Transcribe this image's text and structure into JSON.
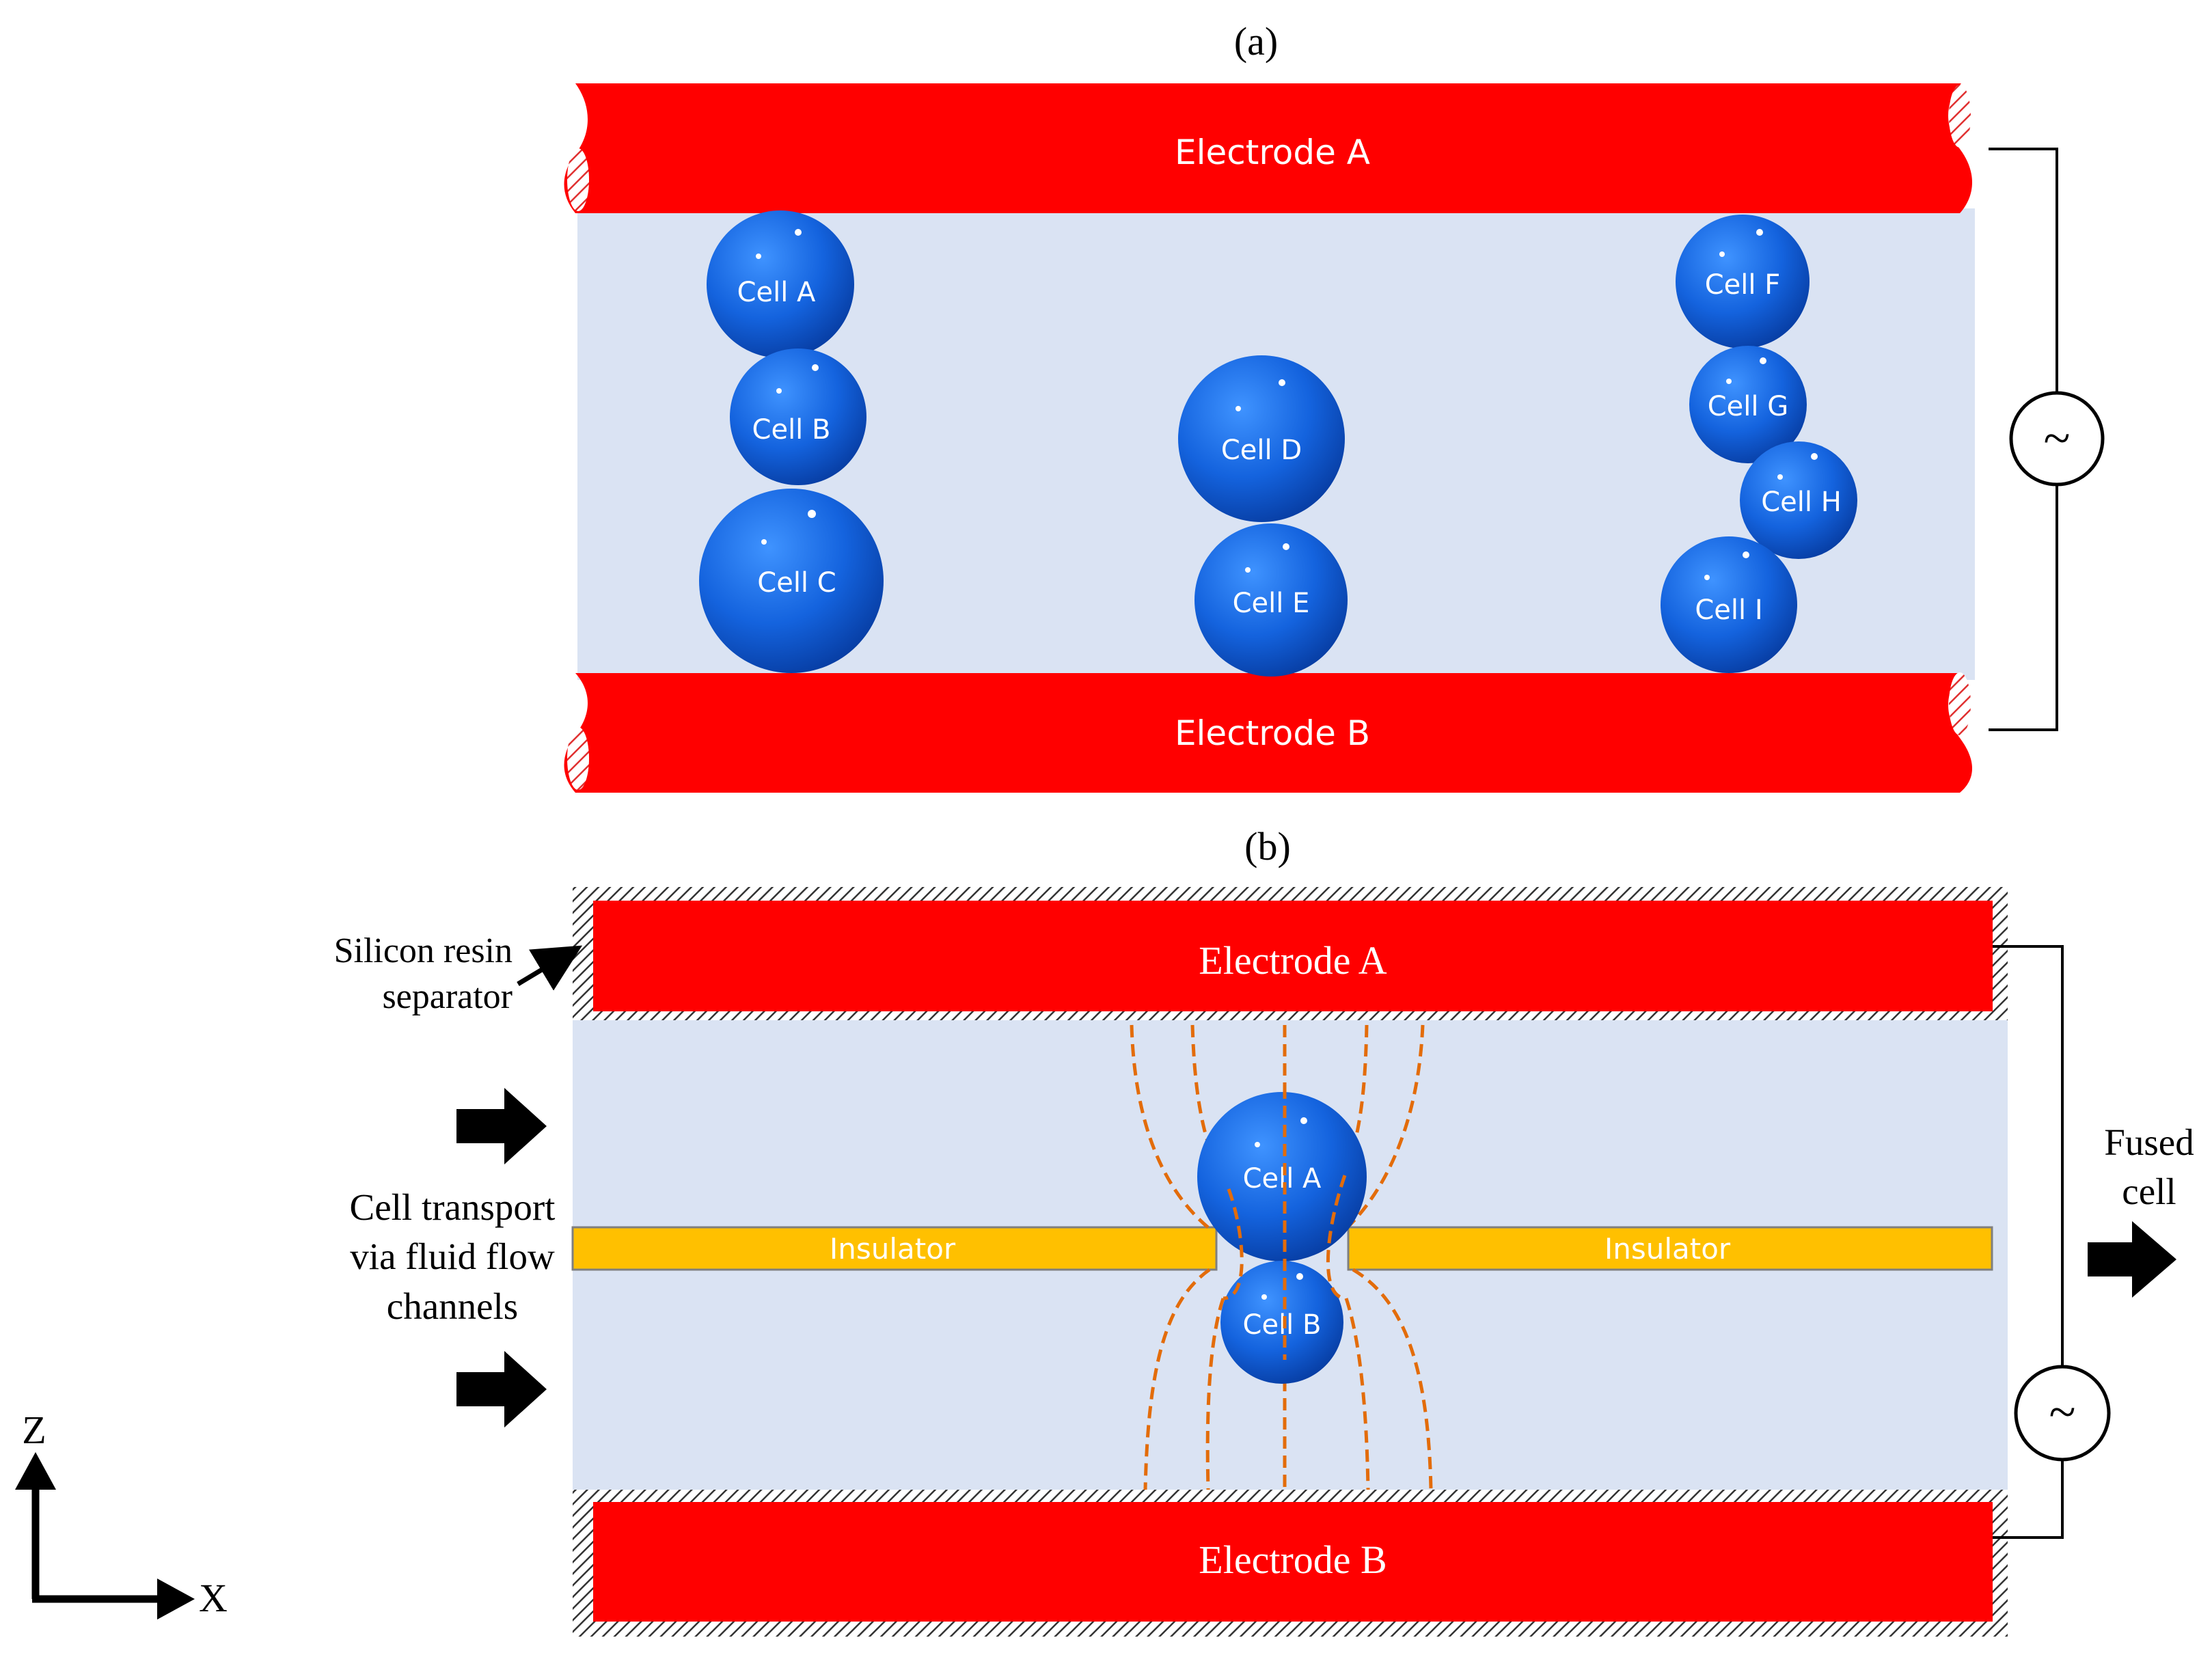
{
  "panel_a": {
    "label": "(a)",
    "electrode_top": "Electrode A",
    "electrode_bottom": "Electrode B",
    "source_symbol": "~",
    "cells": [
      "Cell A",
      "Cell B",
      "Cell C",
      "Cell D",
      "Cell E",
      "Cell F",
      "Cell G",
      "Cell H",
      "Cell I"
    ]
  },
  "panel_b": {
    "label": "(b)",
    "electrode_top": "Electrode A",
    "electrode_bottom": "Electrode B",
    "source_symbol": "~",
    "separator_label_line1": "Silicon resin",
    "separator_label_line2": "separator",
    "transport_line1": "Cell transport",
    "transport_line2": "via fluid flow",
    "transport_line3": "channels",
    "insulator_left": "Insulator",
    "insulator_right": "Insulator",
    "fused_line1": "Fused",
    "fused_line2": "cell",
    "cells": [
      "Cell A",
      "Cell B"
    ]
  },
  "axes": {
    "z_label": "Z",
    "x_label": "X"
  },
  "colors": {
    "electrode": "#ff0000",
    "chamber": "#dae3f3",
    "cell": "#1560d8",
    "insulator": "#ffc000",
    "field_lines": "#e36c0a"
  }
}
